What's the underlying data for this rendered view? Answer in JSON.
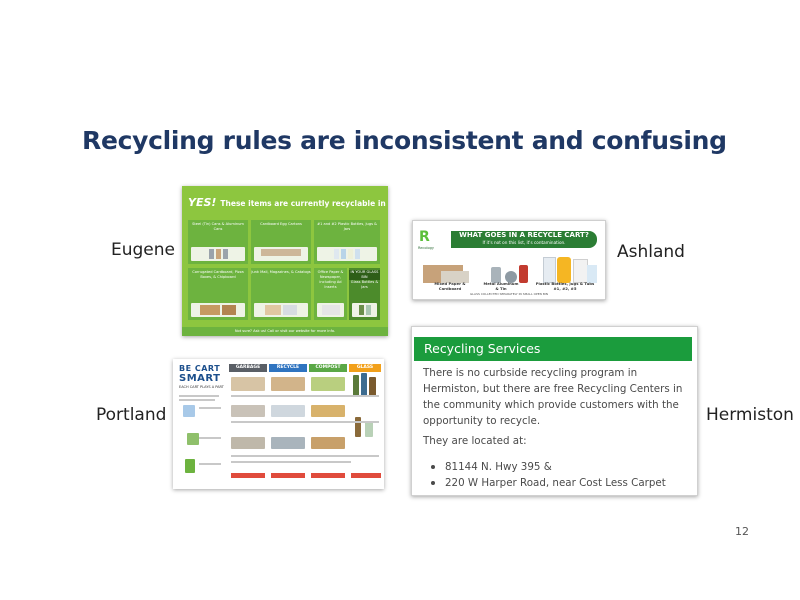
{
  "slide": {
    "title": "Recycling rules are inconsistent and confusing",
    "page_number": "12"
  },
  "cities": {
    "eugene": "Eugene",
    "ashland": "Ashland",
    "portland": "Portland",
    "hermiston": "Hermiston"
  },
  "eugene_card": {
    "yes": "YES!",
    "heading": "These items are currently recyclable in our system!",
    "cells": [
      "Steel (Tin) Cans & Aluminum Cans",
      "Cardboard Egg Cartons",
      "#1 and #2 Plastic Bottles, Jugs & Jars",
      "Corrugated Cardboard, Pizza Boxes, & Chipboard",
      "Junk Mail, Magazines, & Catalogs",
      "Office Paper & Newspaper, including Ad Inserts",
      "Glass Bottles & Jars"
    ],
    "glass_tag": "IN YOUR GLASS BIN",
    "footer": "Not sure? Ask us! Call or visit our website for more info."
  },
  "ashland_card": {
    "logo_letter": "R",
    "logo_text": "Recology",
    "banner_title": "WHAT GOES IN A RECYCLE CART?",
    "banner_sub": "If it's not on this list, it's contamination.",
    "items": [
      "Mixed Paper & Cardboard",
      "Metal Aluminum & Tin",
      "Plastic Bottles, Jugs & Tubs #1, #2, #5"
    ],
    "note": "GLASS COLLECTED SEPARATELY IN SMALL OPEN BIN"
  },
  "portland_card": {
    "line1": "BE CART",
    "line2": "SMART",
    "line3": "EACH CART PLAYS A PART",
    "columns": [
      "GARBAGE",
      "RECYCLE",
      "COMPOST",
      "GLASS"
    ],
    "colors": {
      "garbage": "#5a5f66",
      "recycle": "#2f74c0",
      "compost": "#5aa846",
      "glass": "#f2a01a"
    }
  },
  "hermiston_card": {
    "header": "Recycling Services",
    "paragraph": "There is no curbside recycling program in Hermiston, but there are free Recycling Centers in the community which provide customers with the opportunity to recycle.",
    "sub": "They are located at:",
    "locations": [
      "81144 N. Hwy 395 &",
      "220 W Harper Road, near Cost Less Carpet"
    ]
  }
}
